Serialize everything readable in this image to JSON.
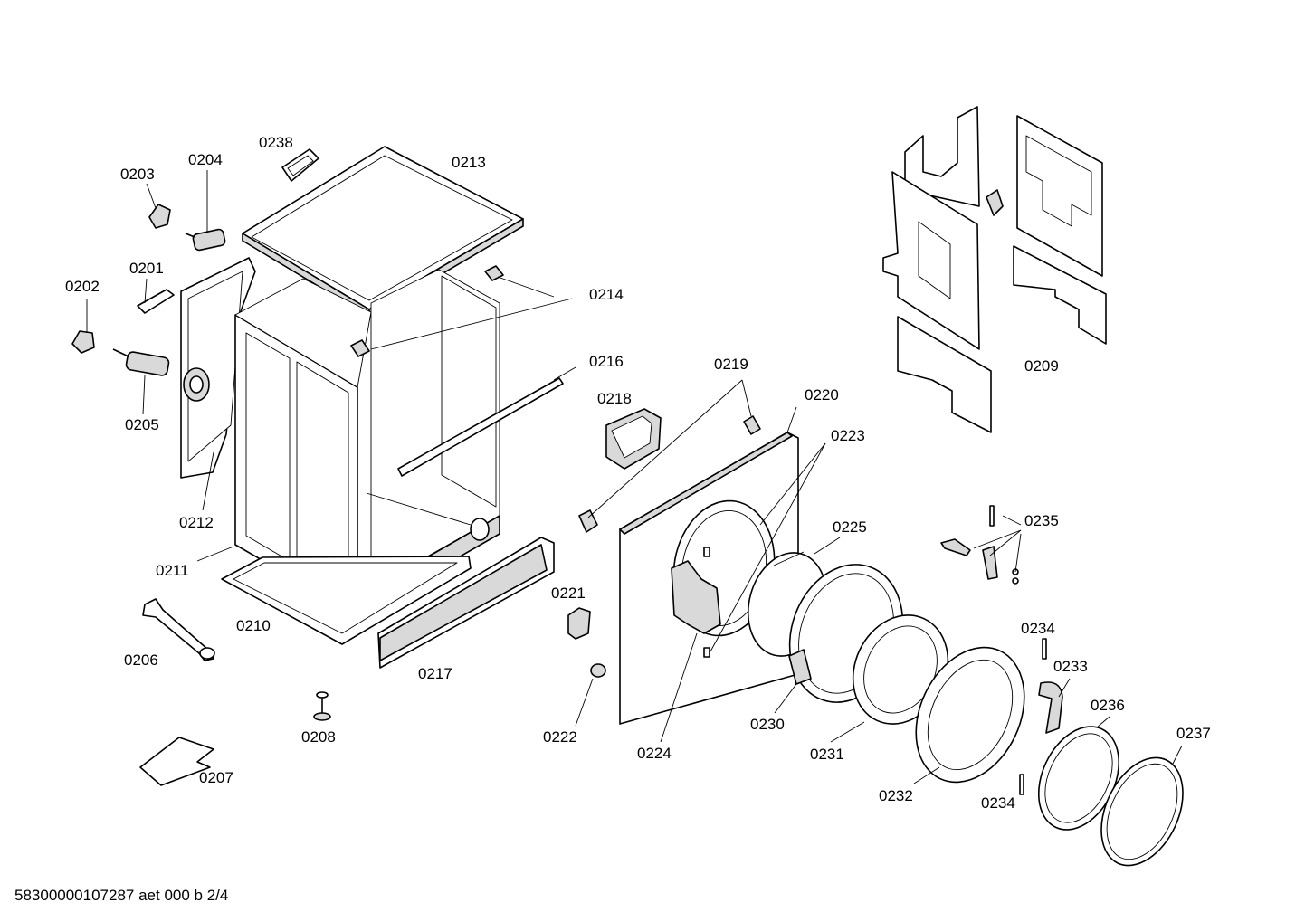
{
  "labels": {
    "p0201": "0201",
    "p0202": "0202",
    "p0203": "0203",
    "p0204": "0204",
    "p0205": "0205",
    "p0206": "0206",
    "p0207": "0207",
    "p0208": "0208",
    "p0209": "0209",
    "p0210": "0210",
    "p0211": "0211",
    "p0212": "0212",
    "p0213": "0213",
    "p0214": "0214",
    "p0216": "0216",
    "p0217": "0217",
    "p0218": "0218",
    "p0219": "0219",
    "p0220": "0220",
    "p0221": "0221",
    "p0222": "0222",
    "p0223": "0223",
    "p0224": "0224",
    "p0225": "0225",
    "p0230": "0230",
    "p0231": "0231",
    "p0232": "0232",
    "p0233": "0233",
    "p0234a": "0234",
    "p0234b": "0234",
    "p0235": "0235",
    "p0236": "0236",
    "p0237": "0237",
    "p0238": "0238"
  },
  "footer": "58300000107287 aet 000 b 2/4"
}
